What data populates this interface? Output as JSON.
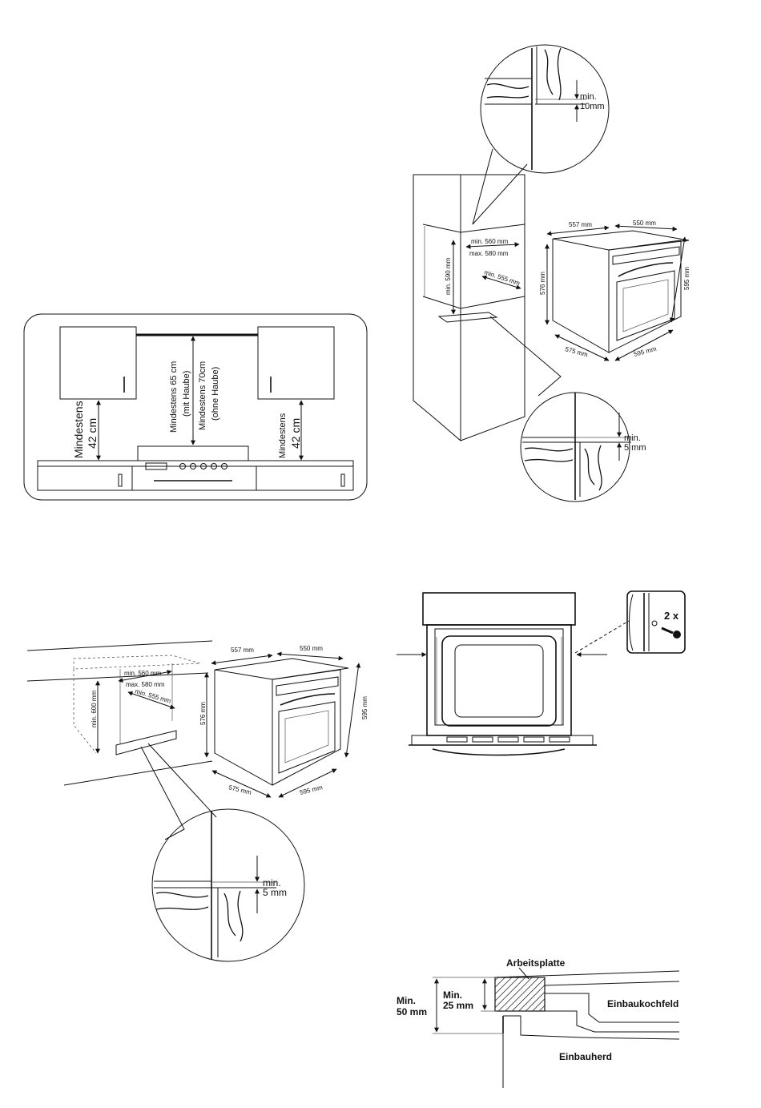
{
  "d1": {
    "left_label": "Mindestens",
    "left_value": "42 cm",
    "right_label": "Mindestens",
    "right_value": "42 cm",
    "hood_line1": "Mindestens 65 cm",
    "hood_line2": "(mit Haube)",
    "nohood_line1": "Mindestens 70cm",
    "nohood_line2": "(ohne Haube)"
  },
  "d2": {
    "zoom_top_min": "min.",
    "zoom_top_val": "10mm",
    "niche_w_min": "min. 560 mm",
    "niche_w_max": "max. 580 mm",
    "niche_h": "min. 590 mm",
    "niche_d": "min. 555 mm",
    "oven_top_left": "557 mm",
    "oven_top_right": "550 mm",
    "oven_h_left": "576 mm",
    "oven_h_right": "595 mm",
    "oven_bottom_left": "575 mm",
    "oven_bottom_right": "595 mm",
    "zoom_bottom_min": "min.",
    "zoom_bottom_val": "5 mm"
  },
  "d3": {
    "niche_w_min": "min. 560 mm",
    "niche_w_max": "max. 580 mm",
    "niche_d": "min. 555 mm",
    "niche_h": "min. 600 mm",
    "oven_top_left": "557 mm",
    "oven_top_right": "550 mm",
    "oven_h_left": "576 mm",
    "oven_h_right": "595 mm",
    "oven_bottom_left": "575 mm",
    "oven_bottom_right": "595 mm",
    "zoom_min": "min.",
    "zoom_val": "5 mm"
  },
  "d4": {
    "screw_count": "2 x"
  },
  "d5": {
    "worktop": "Arbeitsplatte",
    "cooktop": "Einbaukochfeld",
    "oven": "Einbauherd",
    "min50_a": "Min.",
    "min50_b": "50 mm",
    "min25_a": "Min.",
    "min25_b": "25 mm"
  }
}
